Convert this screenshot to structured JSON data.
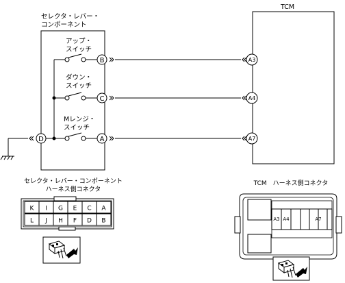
{
  "diagram": {
    "selector_component": {
      "label_line1": "セレクタ・レバー・",
      "label_line2": "コンポーネント"
    },
    "tcm": {
      "label": "TCM"
    },
    "switches": [
      {
        "name_line1": "アップ・",
        "name_line2": "スイッチ",
        "pin": "B",
        "tcm_pin": "A3"
      },
      {
        "name_line1": "ダウン・",
        "name_line2": "スイッチ",
        "pin": "C",
        "tcm_pin": "A4"
      },
      {
        "name_line1": "Mレンジ・",
        "name_line2": "スイッチ",
        "pin": "A",
        "tcm_pin": "A7"
      }
    ],
    "common_pin": "D"
  },
  "selector_connector": {
    "title_line1": "セレクタ・レバー・コンポーネント",
    "title_line2": "ハーネス側コネクタ",
    "row1": [
      "K",
      "I",
      "G",
      "E",
      "C",
      "A"
    ],
    "row2": [
      "L",
      "J",
      "H",
      "F",
      "D",
      "B"
    ]
  },
  "tcm_connector": {
    "title": "TCM　ハーネス側コネクタ",
    "pins": [
      "A3",
      "A4",
      "A7"
    ]
  }
}
